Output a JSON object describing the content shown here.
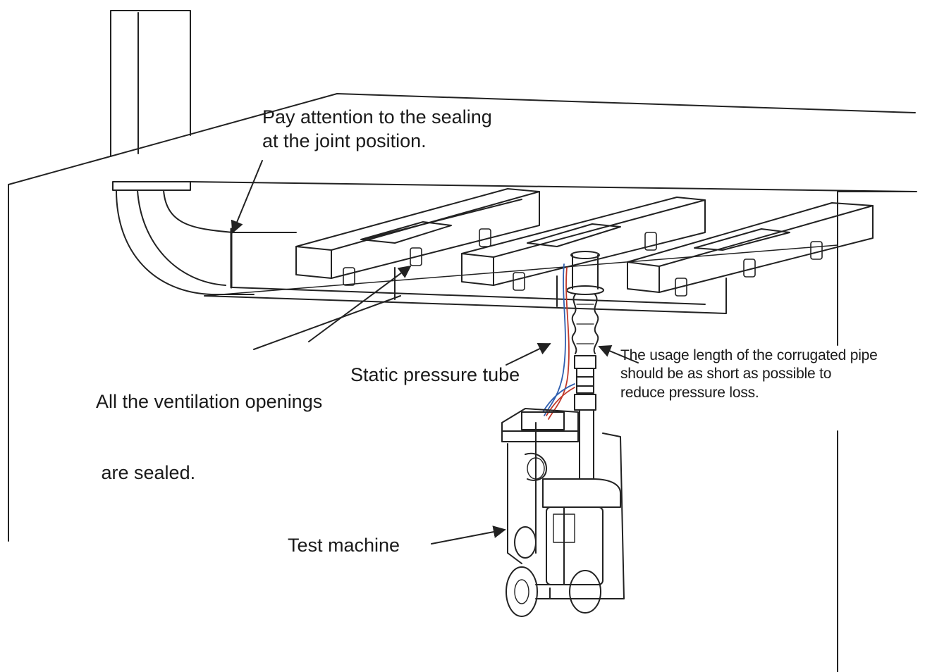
{
  "annotations": {
    "joint_sealing": {
      "line1": "Pay attention to the sealing",
      "line2": "at the joint position."
    },
    "openings_sealed": {
      "line1": "All the ventilation openings",
      "line2": " are sealed."
    },
    "static_pressure_tube": "Static pressure tube",
    "corrugated_pipe": {
      "line1": "The usage length of the corrugated pipe",
      "line2": "should be as short as possible to",
      "line3": "reduce pressure loss."
    },
    "test_machine": "Test machine"
  },
  "colors": {
    "line": "#222222",
    "tube_red": "#c0392b",
    "tube_blue": "#2f5fb0"
  }
}
